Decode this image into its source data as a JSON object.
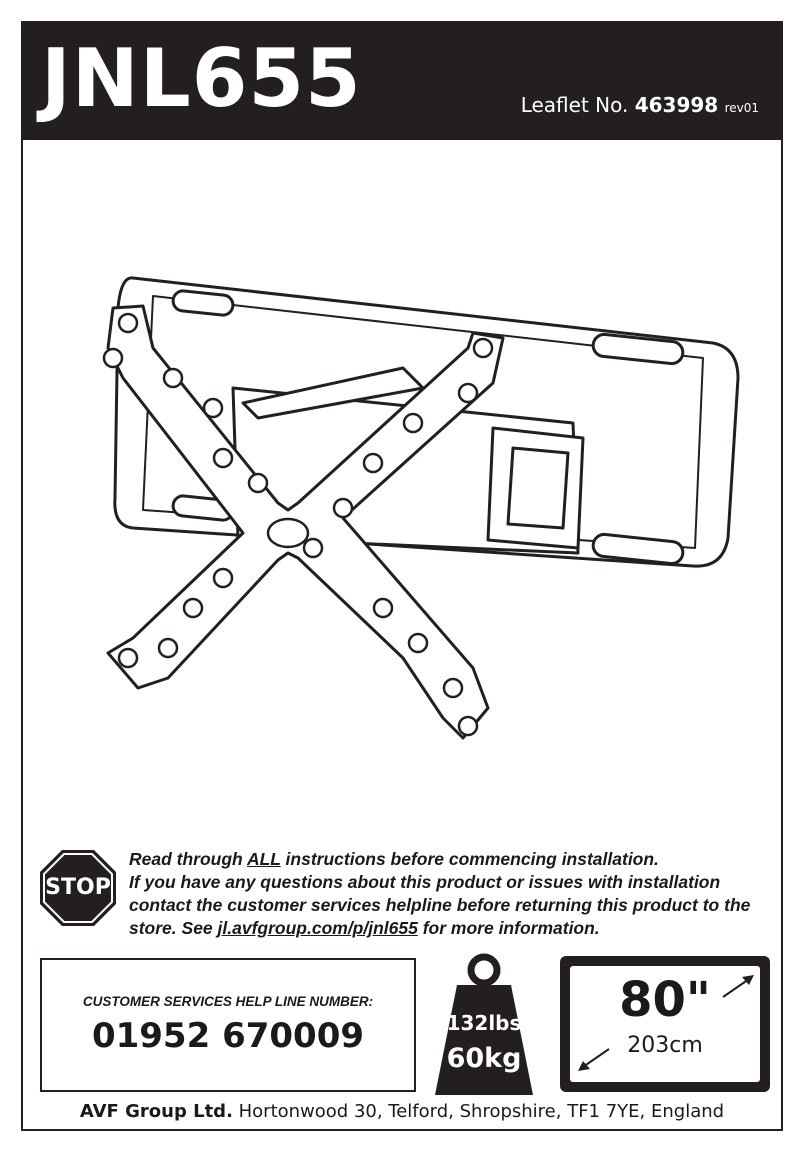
{
  "header": {
    "model": "JNL655",
    "leaflet_label": "Leaflet No.",
    "leaflet_number": "463998",
    "revision": "rev01"
  },
  "illustration": {
    "subject": "wall-mount-bracket-icon"
  },
  "notice": {
    "stop_label": "STOP",
    "line1_a": "Read through ",
    "line1_b": "ALL",
    "line1_c": " instructions before commencing installation.",
    "line2": "If you have any questions about this product or issues with installation contact the customer services helpline before returning this product to the store. See ",
    "link": "jl.avfgroup.com/p/jnl655",
    "line2_end": " for more information."
  },
  "helpline": {
    "label": "CUSTOMER SERVICES HELP LINE NUMBER:",
    "number": "01952 670009"
  },
  "capacity": {
    "lbs": "132lbs",
    "kg": "60kg"
  },
  "screen_size": {
    "inches": "80\"",
    "cm": "203cm"
  },
  "footer": {
    "company": "AVF Group Ltd.",
    "address": " Hortonwood 30, Telford, Shropshire, TF1 7YE, England"
  },
  "colors": {
    "ink": "#231f20",
    "paper": "#ffffff"
  }
}
